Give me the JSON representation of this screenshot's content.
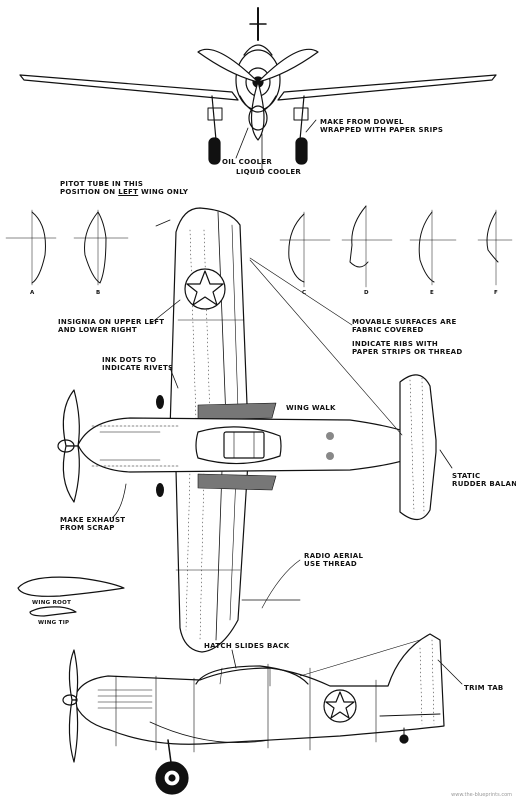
{
  "labels": {
    "dowel": [
      "MAKE FROM DOWEL",
      "WRAPPED WITH PAPER SRIPS"
    ],
    "oil_cooler": "OIL COOLER",
    "liquid_cooler": "LIQUID COOLER",
    "pitot": [
      "PITOT TUBE IN THIS",
      "POSITION ON ",
      "LEFT",
      " WING ONLY"
    ],
    "insignia": [
      "INSIGNIA ON UPPER LEFT",
      "AND LOWER RIGHT"
    ],
    "ink_dots": [
      "INK DOTS TO",
      "INDICATE RIVETS"
    ],
    "wing_walk": "WING WALK",
    "movable": [
      "MOVABLE SURFACES ARE",
      "FABRIC COVERED"
    ],
    "ribs": [
      "INDICATE RIBS WITH",
      "PAPER STRIPS OR THREAD"
    ],
    "static_balance": [
      "STATIC",
      "RUDDER BALANCE"
    ],
    "exhaust": [
      "MAKE EXHAUST",
      "FROM SCRAP"
    ],
    "radio": [
      "RADIO AERIAL",
      "USE THREAD"
    ],
    "wing_root": "WING ROOT",
    "wing_tip": "WING TIP",
    "hatch": "HATCH SLIDES BACK",
    "trim_tab": "TRIM TAB",
    "section_letters": [
      "A",
      "B",
      "C",
      "D",
      "E",
      "F"
    ],
    "watermark": "www.the-blueprints.com"
  },
  "icons": [
    "aircraft-front-view",
    "aircraft-top-view",
    "aircraft-side-view",
    "cross-section-profiles",
    "airfoil-profiles"
  ]
}
